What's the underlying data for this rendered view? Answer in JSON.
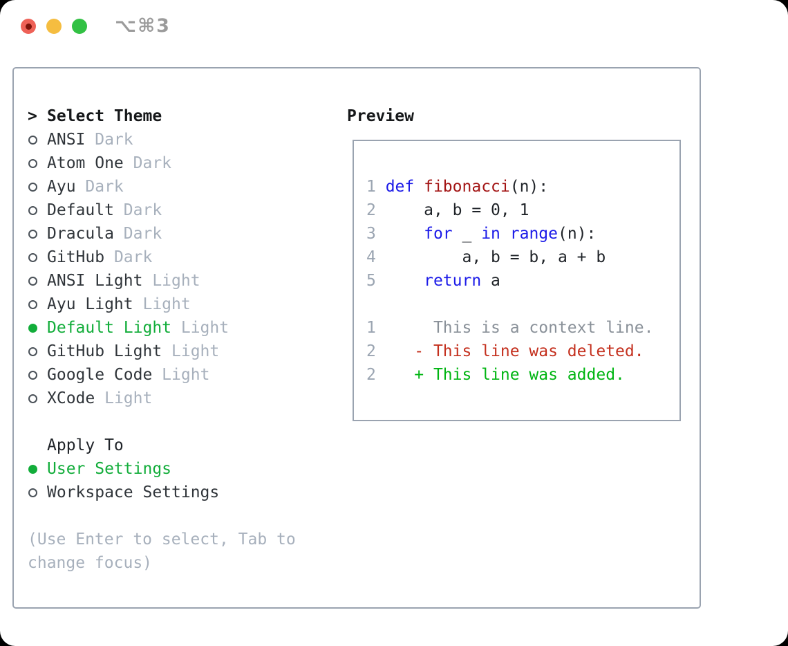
{
  "window": {
    "title": "⌥⌘3",
    "traffic_lights": {
      "colors": {
        "red": "#ee6157",
        "yellow": "#f5bd40",
        "green": "#32c144"
      }
    }
  },
  "theme_selector": {
    "header_prefix": ">",
    "header": "Select Theme",
    "items": [
      {
        "name": "ANSI",
        "variant": " Dark",
        "selected": false
      },
      {
        "name": "Atom One",
        "variant": " Dark",
        "selected": false
      },
      {
        "name": "Ayu",
        "variant": " Dark",
        "selected": false
      },
      {
        "name": "Default",
        "variant": " Dark",
        "selected": false
      },
      {
        "name": "Dracula",
        "variant": " Dark",
        "selected": false
      },
      {
        "name": "GitHub",
        "variant": " Dark",
        "selected": false
      },
      {
        "name": "ANSI Light",
        "variant": " Light",
        "selected": false
      },
      {
        "name": "Ayu Light",
        "variant": " Light",
        "selected": false
      },
      {
        "name": "Default Light",
        "variant": " Light",
        "selected": true
      },
      {
        "name": "GitHub Light",
        "variant": " Light",
        "selected": false
      },
      {
        "name": "Google Code",
        "variant": " Light",
        "selected": false
      },
      {
        "name": "XCode",
        "variant": " Light",
        "selected": false
      }
    ]
  },
  "apply_to": {
    "header": "Apply To",
    "options": [
      {
        "label": "User Settings",
        "selected": true
      },
      {
        "label": "Workspace Settings",
        "selected": false
      }
    ]
  },
  "help": {
    "text": "(Use Enter to select, Tab to change focus)"
  },
  "preview": {
    "header": "Preview",
    "code_lines": [
      {
        "num": "1",
        "tokens": [
          {
            "t": "def",
            "c": "kw"
          },
          {
            "t": " ",
            "c": "pl"
          },
          {
            "t": "fibonacci",
            "c": "fn"
          },
          {
            "t": "(n):",
            "c": "pl"
          }
        ]
      },
      {
        "num": "2",
        "tokens": [
          {
            "t": "    a, b = 0, 1",
            "c": "pl"
          }
        ]
      },
      {
        "num": "3",
        "tokens": [
          {
            "t": "    ",
            "c": "pl"
          },
          {
            "t": "for",
            "c": "kw"
          },
          {
            "t": " _ ",
            "c": "pl"
          },
          {
            "t": "in",
            "c": "kw"
          },
          {
            "t": " ",
            "c": "pl"
          },
          {
            "t": "range",
            "c": "kw"
          },
          {
            "t": "(n):",
            "c": "pl"
          }
        ]
      },
      {
        "num": "4",
        "tokens": [
          {
            "t": "        a, b = b, a + b",
            "c": "pl"
          }
        ]
      },
      {
        "num": "5",
        "tokens": [
          {
            "t": "    ",
            "c": "pl"
          },
          {
            "t": "return",
            "c": "kw"
          },
          {
            "t": " a",
            "c": "pl"
          }
        ]
      },
      {
        "num": "",
        "tokens": []
      },
      {
        "num": "1",
        "tokens": [
          {
            "t": "     This is a context line.",
            "c": "ctx"
          }
        ]
      },
      {
        "num": "2",
        "tokens": [
          {
            "t": "   - This line was deleted.",
            "c": "del"
          }
        ]
      },
      {
        "num": "2",
        "tokens": [
          {
            "t": "   + This line was added.",
            "c": "add"
          }
        ]
      }
    ]
  },
  "colors": {
    "accent_green": "#12ad3a",
    "added_green": "#00b512",
    "deleted_red": "#c4301e",
    "keyword_blue": "#1b1ae8",
    "function_red": "#a31515",
    "muted_gray": "#a7b0bc",
    "border_gray": "#9aa3b0"
  }
}
